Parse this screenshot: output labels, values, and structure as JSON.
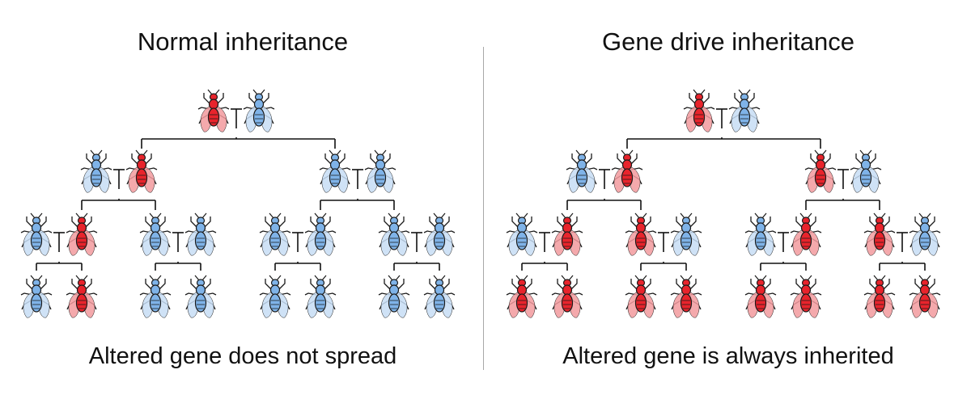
{
  "panels": {
    "left": {
      "title": "Normal inheritance",
      "caption": "Altered gene does not spread",
      "generations": [
        [
          [
            "red",
            "blue"
          ]
        ],
        [
          [
            "blue",
            "red"
          ],
          [
            "blue",
            "blue"
          ]
        ],
        [
          [
            "blue",
            "red"
          ],
          [
            "blue",
            "blue"
          ],
          [
            "blue",
            "blue"
          ],
          [
            "blue",
            "blue"
          ]
        ],
        [
          [
            "blue",
            "red"
          ],
          [
            "blue",
            "blue"
          ],
          [
            "blue",
            "blue"
          ],
          [
            "blue",
            "blue"
          ]
        ]
      ]
    },
    "right": {
      "title": "Gene drive inheritance",
      "caption": "Altered gene is always inherited",
      "generations": [
        [
          [
            "red",
            "blue"
          ]
        ],
        [
          [
            "blue",
            "red"
          ],
          [
            "red",
            "blue"
          ]
        ],
        [
          [
            "blue",
            "red"
          ],
          [
            "red",
            "blue"
          ],
          [
            "blue",
            "red"
          ],
          [
            "red",
            "blue"
          ]
        ],
        [
          [
            "red",
            "red"
          ],
          [
            "red",
            "red"
          ],
          [
            "red",
            "red"
          ],
          [
            "red",
            "red"
          ]
        ]
      ]
    }
  },
  "colors": {
    "red_body": "#e8242c",
    "red_wing": "#f29a9e",
    "blue_body": "#7fb3e8",
    "blue_wing": "#c7ddf5",
    "outline": "#1a1a1a",
    "line": "#111111",
    "divider": "#a8a8a8"
  },
  "icons": {
    "fly": "fruit-fly-icon"
  }
}
